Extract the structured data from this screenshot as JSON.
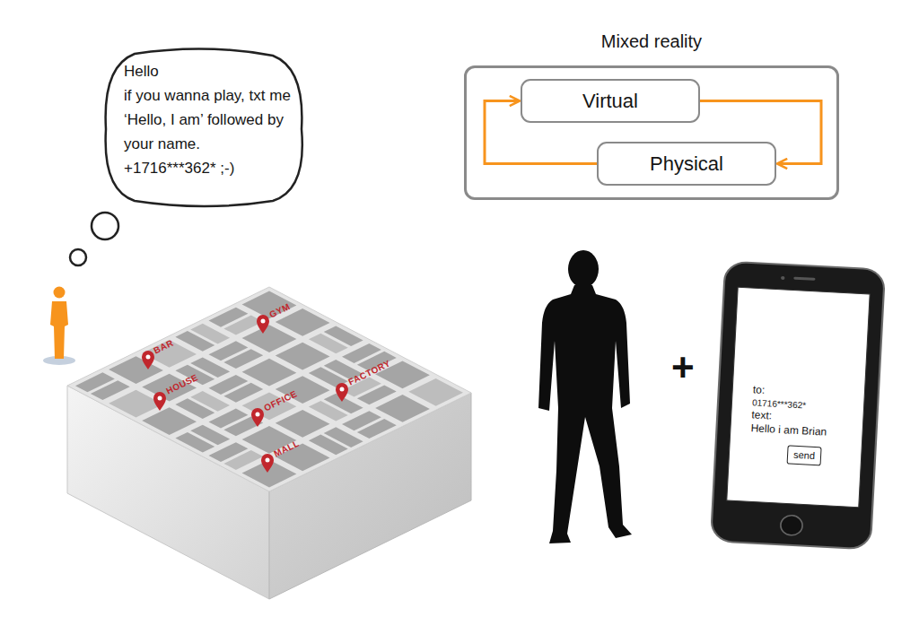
{
  "diagram": {
    "nodes": [
      {
        "text": [
          "Hello",
          "if you wanna play, txt me ‘Hello, I am’ followed by your name.",
          "+1716***362* ;-)"
        ]
      },
      {
        "text": [
          "Mixed reality"
        ]
      },
      {
        "text": [
          "Virtual"
        ],
        "in": 1
      },
      {
        "text": [
          "Physical"
        ],
        "in": 1
      },
      {
        "text": [
          "to:",
          "01716***362*",
          "text:",
          "Hello i am Brian"
        ]
      },
      {
        "text": [
          "send"
        ],
        "in": 4
      }
    ],
    "edges": [
      {
        "from": 2,
        "to": 3,
        "arrow": "to"
      },
      {
        "from": 3,
        "to": 2,
        "arrow": "to"
      }
    ],
    "labels": [
      "BAR",
      "GYM",
      "HOUSE",
      "OFFICE",
      "FACTORY",
      "MALL",
      "+"
    ]
  }
}
